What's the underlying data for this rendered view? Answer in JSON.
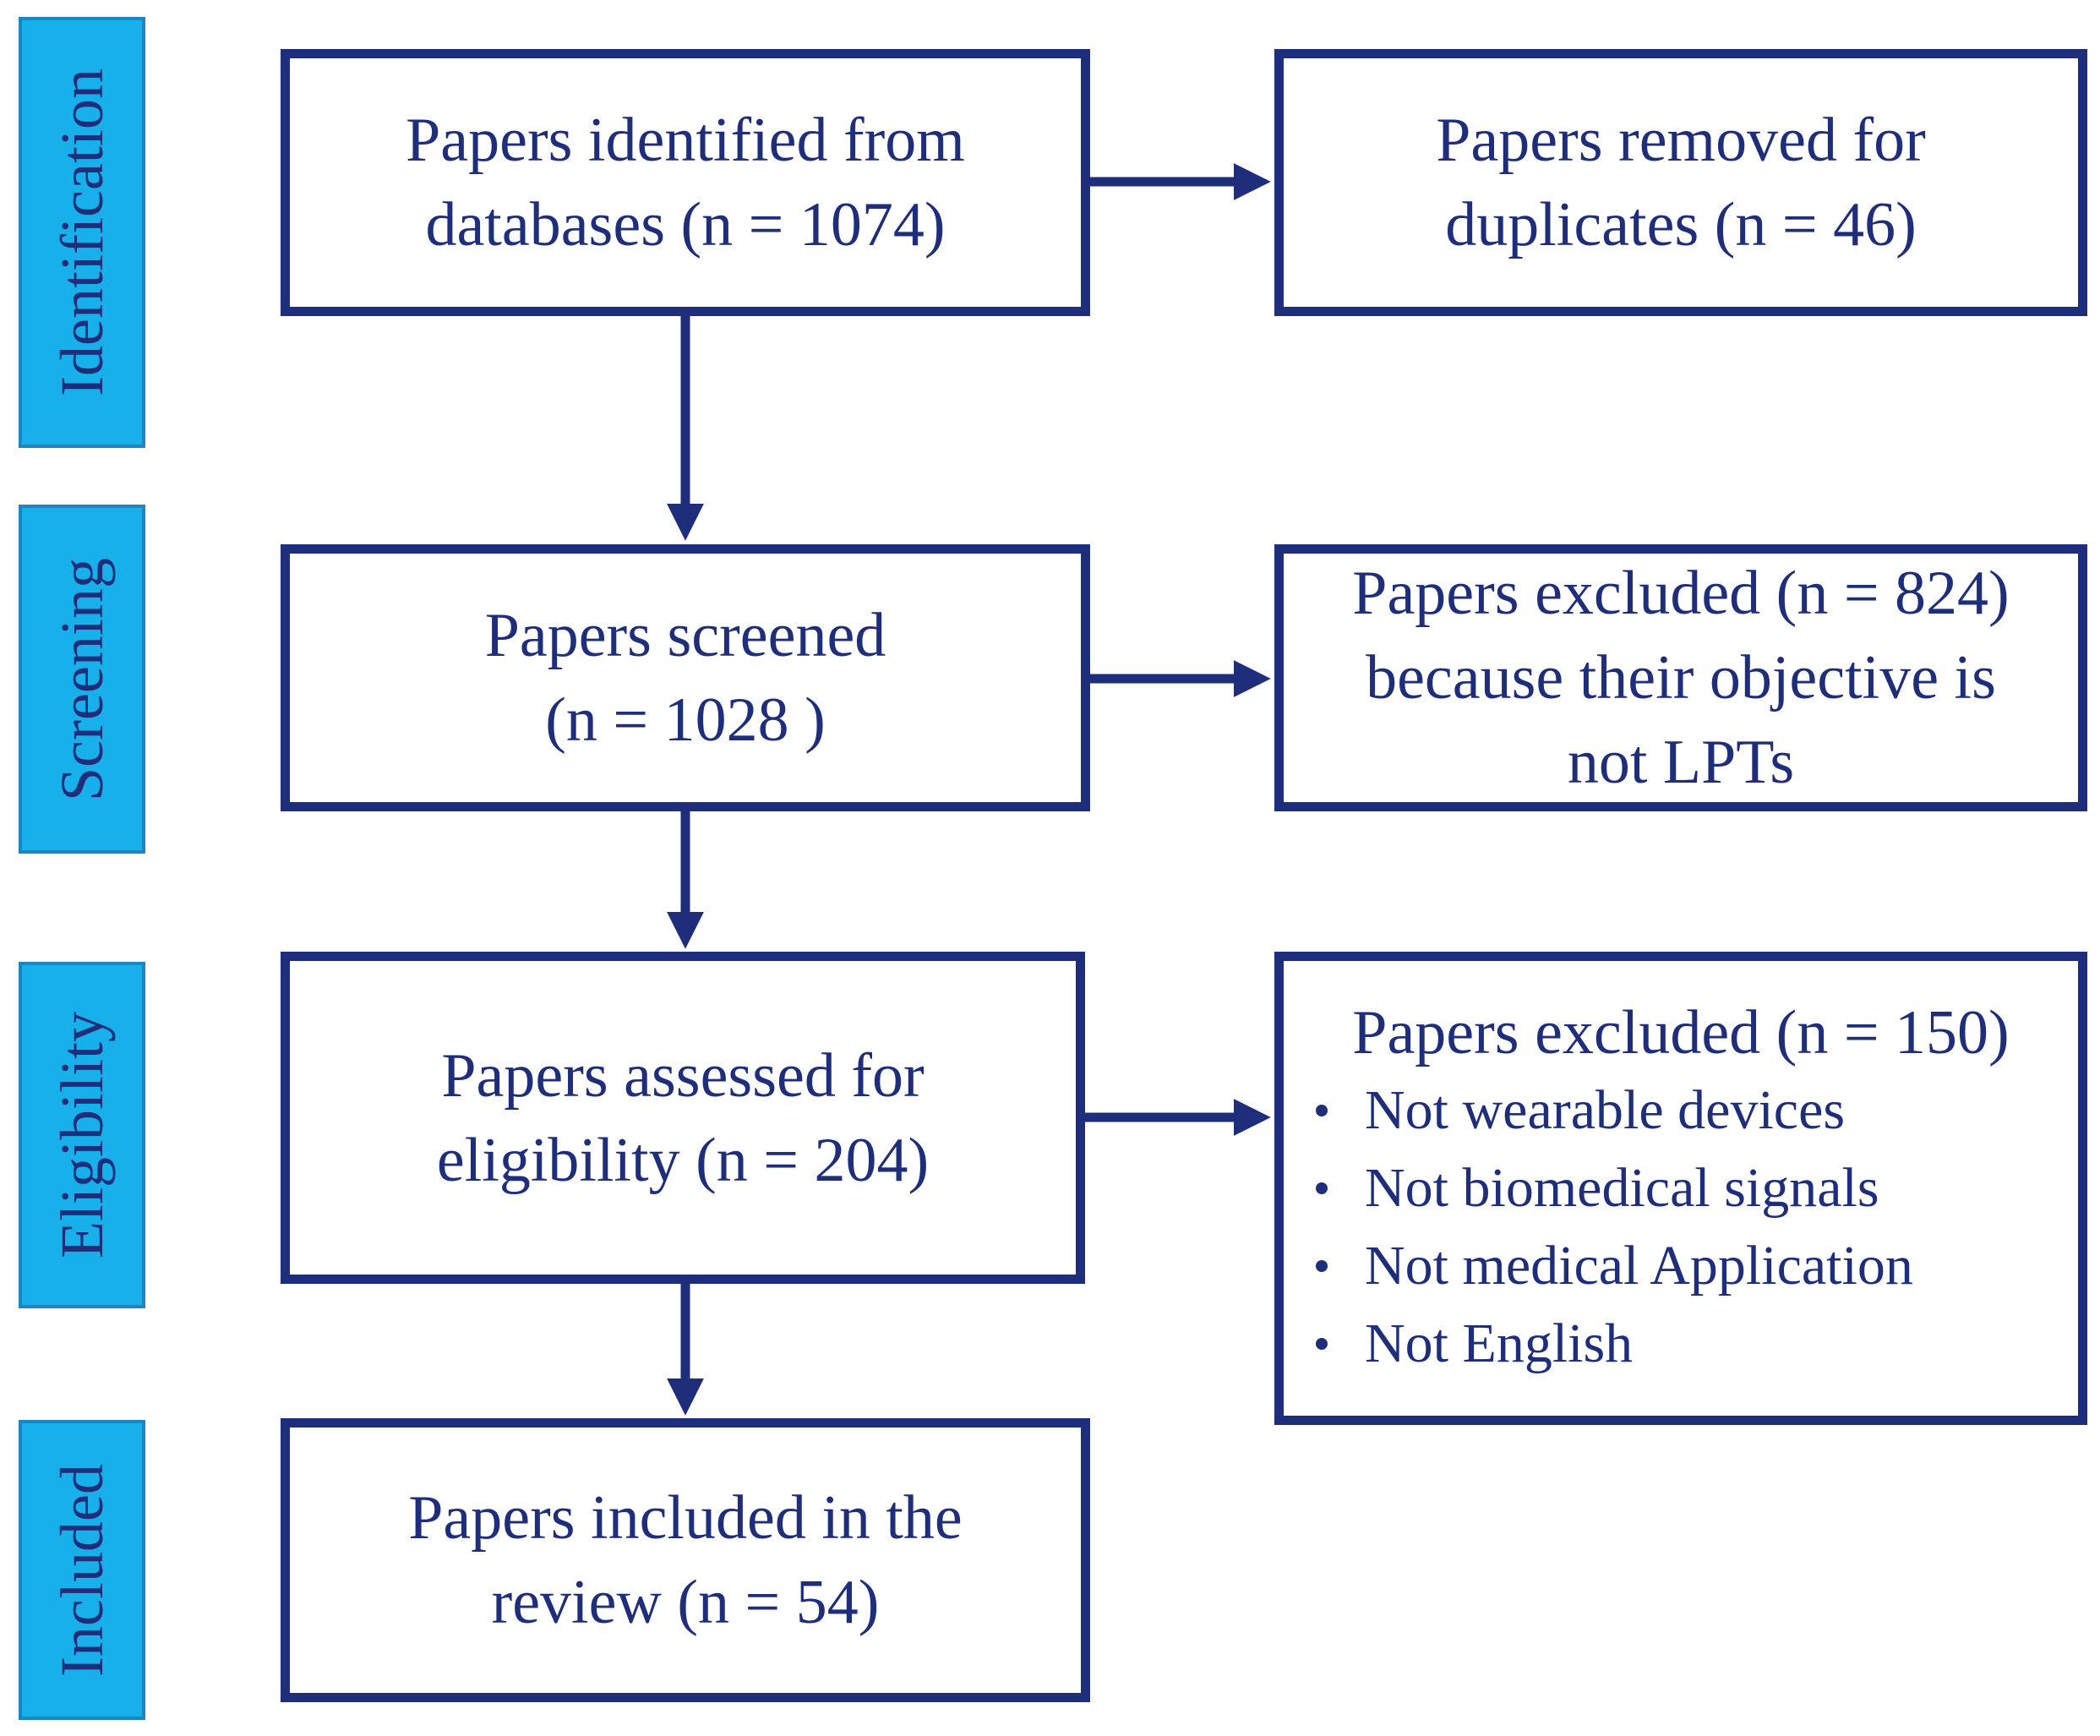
{
  "colors": {
    "dark_blue": "#1f2e7a",
    "stage_fill": "#18b0ea",
    "stage_border": "#1a86c2",
    "background": "#ffffff"
  },
  "stages": {
    "identification": "Identification",
    "screening": "Screening",
    "eligibility": "Eligibility",
    "included": "Included"
  },
  "boxes": {
    "identified": "Papers identified from\ndatabases (n = 1074)",
    "duplicates": "Papers removed for\nduplicates (n = 46)",
    "screened": "Papers screened\n(n = 1028 )",
    "excluded_objective": "Papers excluded (n = 824)\nbecause their objective is\nnot LPTs",
    "assessed": "Papers assessed for\neligibility (n = 204)",
    "excluded_eligibility": {
      "title": "Papers excluded (n = 150)",
      "reasons": [
        "Not wearable devices",
        "Not biomedical signals",
        "Not medical Application",
        "Not English"
      ]
    },
    "included": "Papers included in the\nreview (n = 54)"
  }
}
